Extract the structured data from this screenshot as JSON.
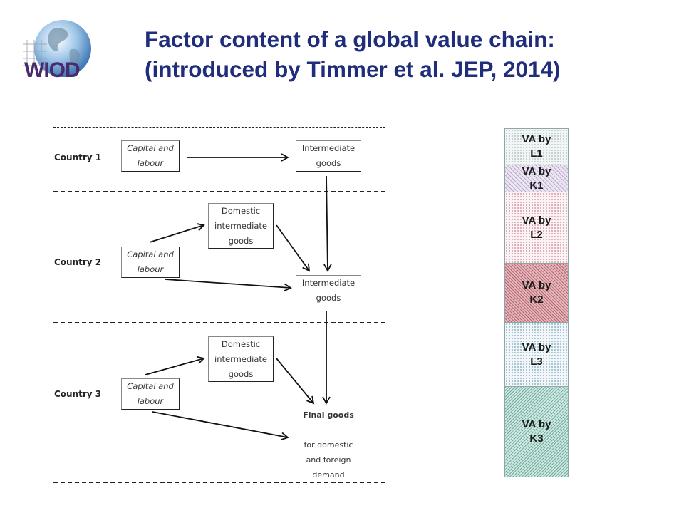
{
  "logo": {
    "text": "WIOD",
    "icon": "globe-icon"
  },
  "title": {
    "line1": "Factor content of a global value chain:",
    "line2": "(introduced by Timmer et al. JEP, 2014)"
  },
  "countries": [
    "Country 1",
    "Country 2",
    "Country 3"
  ],
  "boxes": {
    "c1_factors": "Capital and\nlabour",
    "c1_intermediate": "Intermediate\ngoods",
    "c2_domestic": "Domestic\nintermediate\ngoods",
    "c2_factors": "Capital and\nlabour",
    "c2_intermediate": "Intermediate\ngoods",
    "c3_domestic": "Domestic\nintermediate\ngoods",
    "c3_factors": "Capital and\nlabour",
    "final_title": "Final goods",
    "final_sub": "for domestic\nand foreign\ndemand"
  },
  "value_added": [
    {
      "label": "VA by\nL1",
      "color": "#f2f5f5"
    },
    {
      "label": "VA by\nK1",
      "color": "#ece6f2"
    },
    {
      "label": "VA by\nL2",
      "color": "#fbf2f4"
    },
    {
      "label": "VA by\nK2",
      "color": "#e2b8bc"
    },
    {
      "label": "VA by\nL3",
      "color": "#f2f6f8"
    },
    {
      "label": "VA by\nK3",
      "color": "#cfe9e2"
    }
  ]
}
